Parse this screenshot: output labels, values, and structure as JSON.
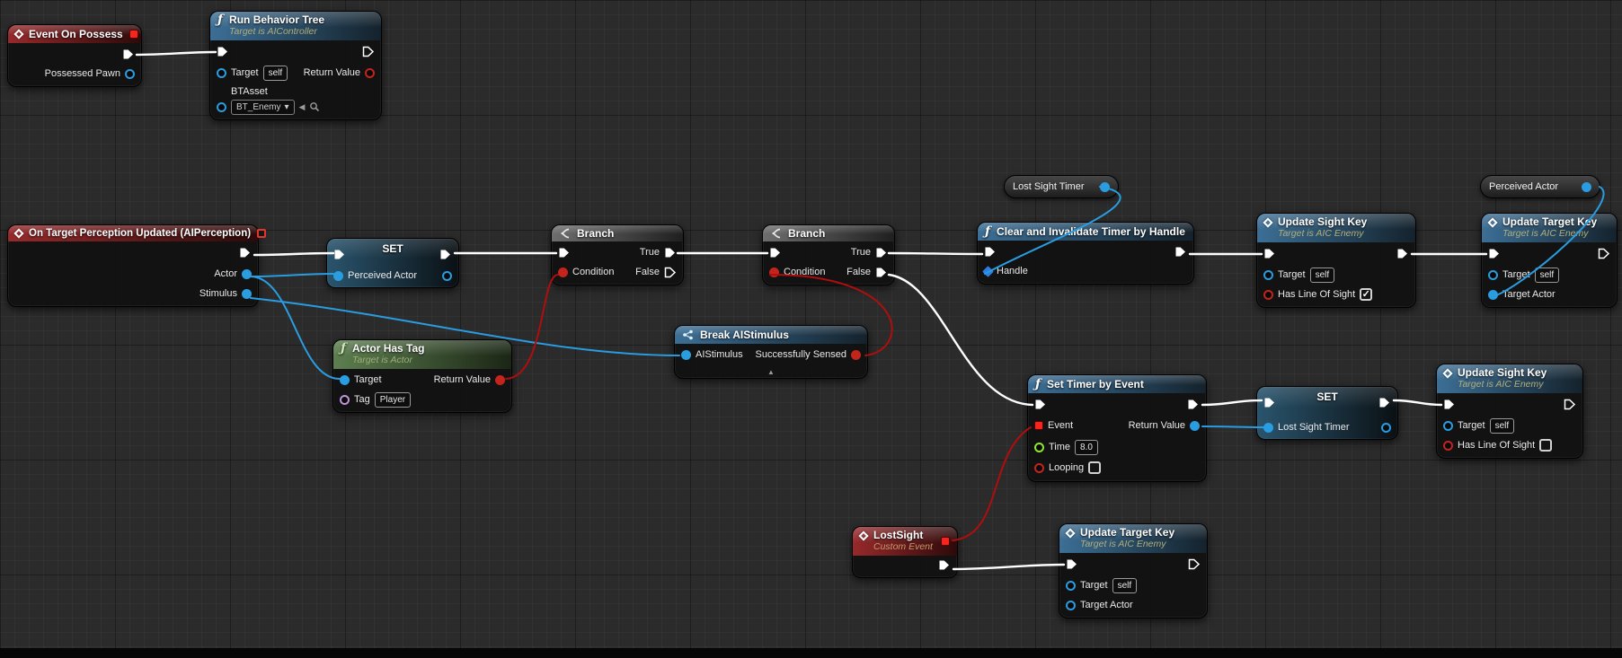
{
  "graph": {
    "background": "#2b2b2b",
    "wire_colors": {
      "exec": "#ffffff",
      "object": "#2a9ce0",
      "bool": "#b00e0e"
    }
  },
  "nodes": {
    "event_on_possess": {
      "title": "Event On Possess",
      "pin_possessed_pawn": "Possessed Pawn"
    },
    "run_behavior_tree": {
      "title": "Run Behavior Tree",
      "subtitle": "Target is AIController",
      "pin_target": "Target",
      "target_value": "self",
      "pin_return": "Return Value",
      "pin_btasset": "BTAsset",
      "btasset_value": "BT_Enemy",
      "btasset_caret": "▾"
    },
    "on_target_perception": {
      "title": "On Target Perception Updated (AIPerception)",
      "pin_actor": "Actor",
      "pin_stimulus": "Stimulus"
    },
    "set_perceived_actor": {
      "title": "SET",
      "pin_var": "Perceived Actor"
    },
    "branch1": {
      "title": "Branch",
      "pin_condition": "Condition",
      "pin_true": "True",
      "pin_false": "False"
    },
    "branch2": {
      "title": "Branch",
      "pin_condition": "Condition",
      "pin_true": "True",
      "pin_false": "False"
    },
    "lost_sight_timer_get": {
      "label": "Lost Sight Timer"
    },
    "clear_timer": {
      "title": "Clear and Invalidate Timer by Handle",
      "pin_handle": "Handle"
    },
    "update_sight_key_top": {
      "title": "Update Sight Key",
      "subtitle": "Target is AIC Enemy",
      "pin_target": "Target",
      "target_value": "self",
      "pin_haslos": "Has Line Of Sight",
      "haslos_checked": "✓"
    },
    "perceived_actor_get": {
      "label": "Perceived Actor"
    },
    "update_target_key_top": {
      "title": "Update Target Key",
      "subtitle": "Target is AIC Enemy",
      "pin_target": "Target",
      "target_value": "self",
      "pin_target_actor": "Target Actor"
    },
    "actor_has_tag": {
      "title": "Actor Has Tag",
      "subtitle": "Target is Actor",
      "pin_target": "Target",
      "pin_tag": "Tag",
      "tag_value": "Player",
      "pin_return": "Return Value"
    },
    "break_aistimulus": {
      "title": "Break AIStimulus",
      "pin_stimulus": "AIStimulus",
      "pin_sensed": "Successfully Sensed",
      "collapse_arrow": "▲"
    },
    "set_timer_by_event": {
      "title": "Set Timer by Event",
      "pin_event": "Event",
      "pin_return": "Return Value",
      "pin_time": "Time",
      "time_value": "8.0",
      "pin_looping": "Looping"
    },
    "set_lost_sight_timer": {
      "title": "SET",
      "pin_var": "Lost Sight Timer"
    },
    "update_sight_key_bottom": {
      "title": "Update Sight Key",
      "subtitle": "Target is AIC Enemy",
      "pin_target": "Target",
      "target_value": "self",
      "pin_haslos": "Has Line Of Sight"
    },
    "lost_sight_event": {
      "title": "LostSight",
      "subtitle": "Custom Event"
    },
    "update_target_key_bottom": {
      "title": "Update Target Key",
      "subtitle": "Target is AIC Enemy",
      "pin_target": "Target",
      "target_value": "self",
      "pin_target_actor": "Target Actor"
    }
  }
}
